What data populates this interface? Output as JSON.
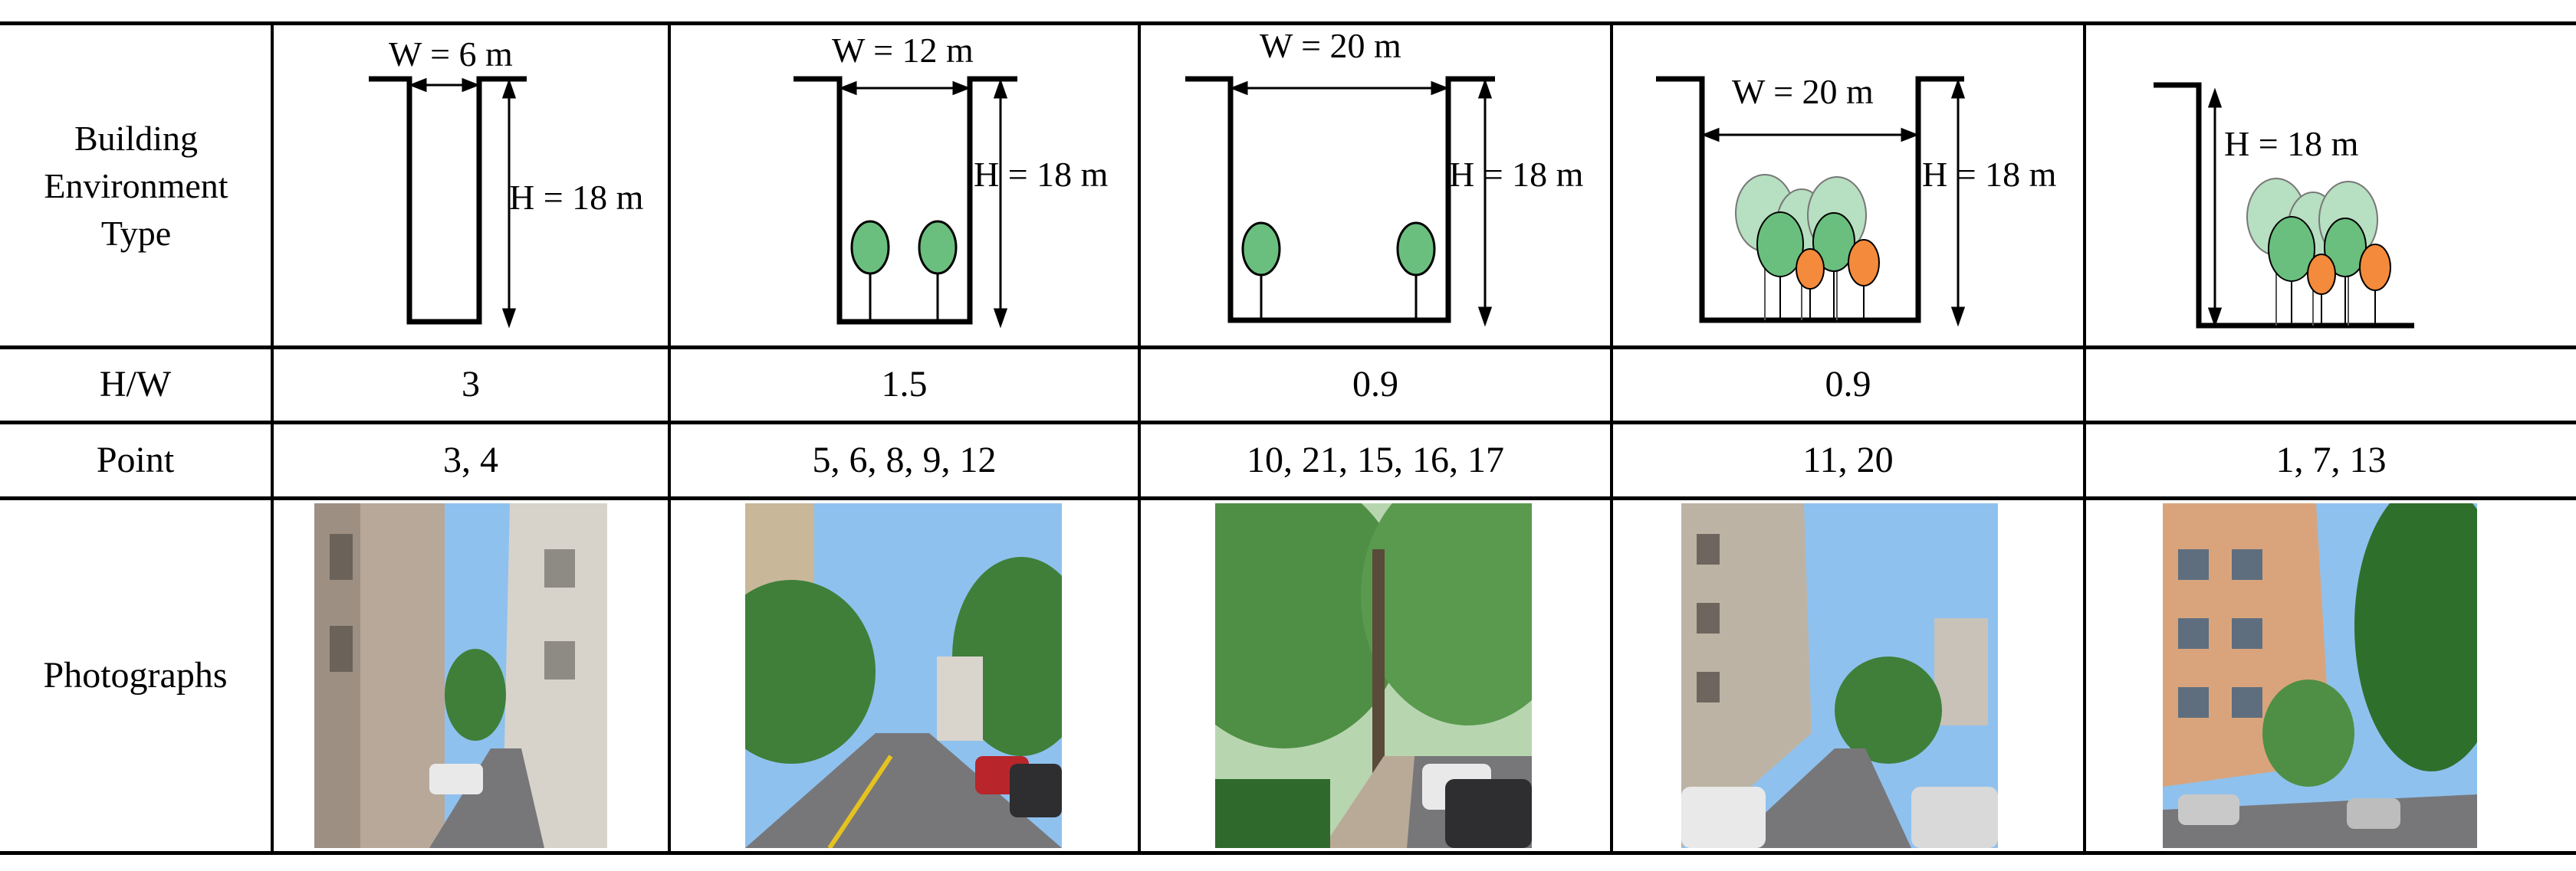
{
  "table": {
    "row_headers": {
      "type_lines": [
        "Building",
        "Environment",
        "Type"
      ],
      "hw": "H/W",
      "point": "Point",
      "photographs": "Photographs"
    },
    "columns": [
      {
        "diagram": {
          "width_label": "W = 6 m",
          "height_label": "H = 18 m",
          "trees": "none"
        },
        "hw": "3",
        "points": "3, 4",
        "photo_subject": "narrow alley between tall residential buildings"
      },
      {
        "diagram": {
          "width_label": "W = 12 m",
          "height_label": "H = 18 m",
          "trees": "two small trees"
        },
        "hw": "1.5",
        "points": "5, 6, 8, 9, 12",
        "photo_subject": "street with trees and parked cars"
      },
      {
        "diagram": {
          "width_label": "W = 20 m",
          "height_label": "H = 18 m",
          "trees": "two small trees"
        },
        "hw": "0.9",
        "points": "10, 21, 15, 16, 17",
        "photo_subject": "tree-lined road with parked cars"
      },
      {
        "diagram": {
          "width_label": "W = 20 m",
          "height_label": "H = 18 m",
          "trees": "dense mixed canopy"
        },
        "hw": "0.9",
        "points": "11, 20",
        "photo_subject": "street between residential blocks"
      },
      {
        "diagram": {
          "width_label": "",
          "height_label": "H = 18 m",
          "trees": "dense mixed canopy, one-sided"
        },
        "hw": "",
        "points": "1, 7, 13",
        "photo_subject": "building facade with trees and parked cars"
      }
    ]
  },
  "colors": {
    "line": "#000000",
    "tree_green": "#6abf7e",
    "tree_light": "#b7dfc1",
    "tree_orange": "#f48a3b",
    "sky": "#8fc1ee",
    "foliage": "#3f7f3a",
    "road": "#77777a"
  }
}
